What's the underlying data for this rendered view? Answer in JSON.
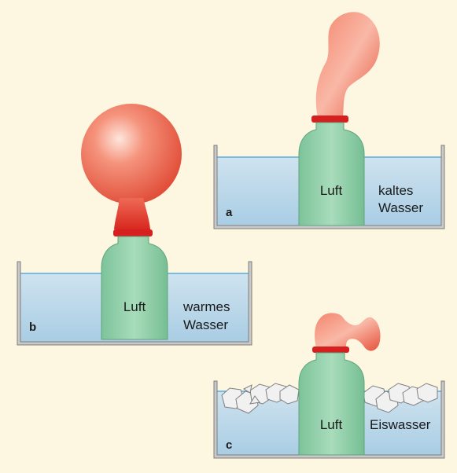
{
  "colors": {
    "background": "#fdf6e0",
    "water": "#b9d6e8",
    "water_line": "#4aa3d8",
    "container_wall": "#a9a9a9",
    "bottle": "#8ecfa8",
    "balloon": "#e8553f",
    "balloon_neck_band": "#d61f1f",
    "ice": "#efefef"
  },
  "setups": [
    {
      "letter": "a",
      "bottle_label": "Luft",
      "water_label_line1": "kaltes",
      "water_label_line2": "Wasser",
      "balloon_state": "limp-upright"
    },
    {
      "letter": "b",
      "bottle_label": "Luft",
      "water_label_line1": "warmes",
      "water_label_line2": "Wasser",
      "balloon_state": "inflated-round"
    },
    {
      "letter": "c",
      "bottle_label": "Luft",
      "water_label_line1": "Eiswasser",
      "water_label_line2": "",
      "balloon_state": "deflated-drooping"
    }
  ]
}
